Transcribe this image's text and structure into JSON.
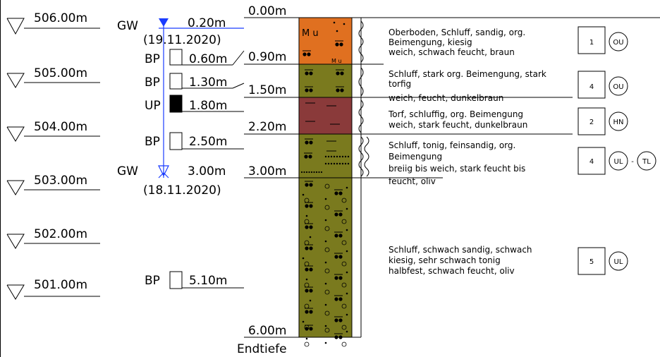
{
  "elevation_scale": [
    {
      "label": "506.00m"
    },
    {
      "label": "505.00m"
    },
    {
      "label": "504.00m"
    },
    {
      "label": "503.00m"
    },
    {
      "label": "502.00m"
    },
    {
      "label": "501.00m"
    }
  ],
  "groundwater": [
    {
      "tag": "GW",
      "depth": "0.20m",
      "date": "(19.11.2020)"
    },
    {
      "tag": "GW",
      "depth": "3.00m",
      "date": "(18.11.2020)"
    }
  ],
  "samples": [
    {
      "tag": "BP",
      "depth": "0.60m"
    },
    {
      "tag": "BP",
      "depth": "1.30m"
    },
    {
      "tag": "UP",
      "depth": "1.80m"
    },
    {
      "tag": "BP",
      "depth": "2.50m"
    },
    {
      "tag": "BP",
      "depth": "5.10m"
    }
  ],
  "layer_depths": [
    "0.00m",
    "0.90m",
    "1.50m",
    "2.20m",
    "3.00m",
    "6.00m"
  ],
  "end_label": "Endtiefe",
  "column_labels": {
    "top": "M u",
    "bottom": "M u"
  },
  "layers": [
    {
      "description": [
        "Oberboden, Schluff, sandig, org.",
        "Beimengung, kiesig",
        "weich, schwach feucht, braun"
      ],
      "class_number": "1",
      "soil_groups": [
        "OU"
      ],
      "color": "#e07020"
    },
    {
      "description": [
        "Schluff, stark org. Beimengung, stark",
        "torfig",
        "weich, feucht, dunkelbraun"
      ],
      "class_number": "4",
      "soil_groups": [
        "OU"
      ],
      "color": "#7a7a1e"
    },
    {
      "description": [
        "Torf, schluffig, org. Beimengung",
        "weich, stark feucht, dunkelbraun"
      ],
      "class_number": "2",
      "soil_groups": [
        "HN"
      ],
      "color": "#8a3a3a"
    },
    {
      "description": [
        "Schluff, tonig, feinsandig, org.",
        "Beimengung",
        "breiig bis weich, stark feucht bis",
        "feucht, oliv"
      ],
      "class_number": "4",
      "soil_groups": [
        "UL",
        "TL"
      ],
      "group_separator": "-",
      "color": "#7a7a1e"
    },
    {
      "description": [
        "Schluff, schwach sandig, schwach",
        "kiesig, sehr schwach tonig",
        "halbfest, schwach feucht, oliv"
      ],
      "class_number": "5",
      "soil_groups": [
        "UL"
      ],
      "color": "#7a7a1e"
    }
  ]
}
